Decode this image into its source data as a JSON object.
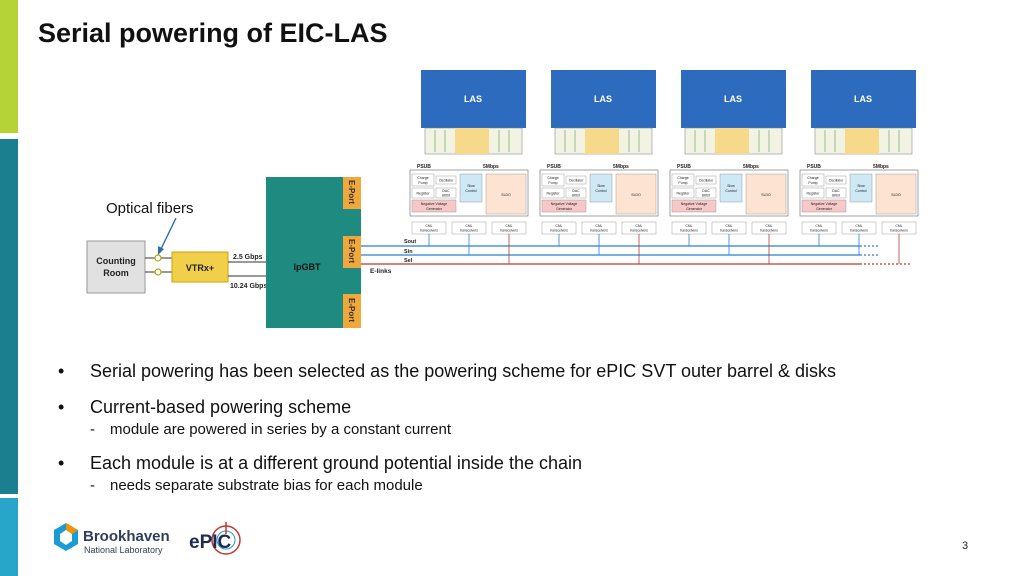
{
  "slide": {
    "title": "Serial powering of EIC-LAS",
    "page_number": "3",
    "accent_colors": [
      "#b5d334",
      "#1b7f8f",
      "#27a6c9"
    ]
  },
  "diagram": {
    "optical_label": "Optical fibers",
    "counting_room": [
      "Counting",
      "Room"
    ],
    "vtrx": "VTRx+",
    "rate_up": "2.5 Gbps",
    "rate_down": "10.24 Gbps",
    "lpgbt": "lpGBT",
    "eport": "E-Port",
    "elinks": "E-links",
    "sig_sout": "Sout",
    "sig_sin": "Sin",
    "sig_sel": "Sel",
    "module": {
      "las": "LAS",
      "psub": "PSUB",
      "rate": "5Mbps",
      "charge_pump": [
        "Charge",
        "Pump"
      ],
      "oscillator": "Oscillator",
      "dac": [
        "DAC",
        "8Kbit"
      ],
      "register": "Register",
      "slow_control": [
        "Slow",
        "Control"
      ],
      "sldo": "SLDO",
      "nvg": [
        "Negative Voltage",
        "Generator"
      ],
      "cml": [
        "CML",
        "transceivers"
      ]
    }
  },
  "bullets": [
    {
      "text": "Serial powering has been selected as the powering scheme for ePIC SVT outer barrel & disks",
      "sub": ""
    },
    {
      "text": "Current-based powering scheme",
      "sub": "module are powered in series by a constant current"
    },
    {
      "text": "Each module is at a different ground potential inside the chain",
      "sub": "needs separate substrate bias for each module"
    }
  ],
  "logos": {
    "bnl_name": "Brookhaven",
    "bnl_sub": "National Laboratory",
    "epic": "ePIC"
  }
}
